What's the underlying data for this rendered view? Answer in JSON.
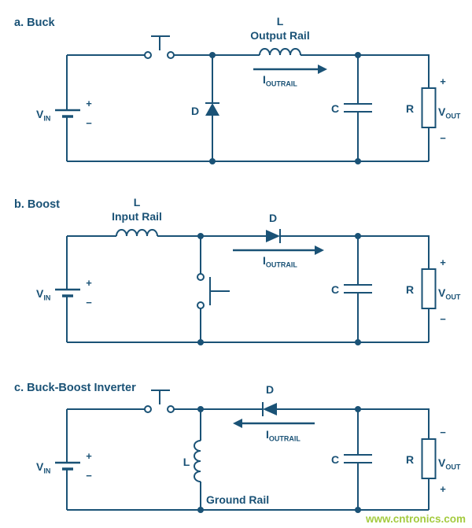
{
  "page": {
    "watermark": "www.cntronics.com"
  },
  "colors": {
    "line": "#1a5276",
    "watermark": "#a4cb3f",
    "background": "#ffffff"
  },
  "circuits": {
    "buck": {
      "title": "a. Buck",
      "inductor_label": "L",
      "rail_label": "Output Rail",
      "current_label": "I",
      "current_subscript": "OUTRAIL",
      "source_label": "V",
      "source_subscript": "IN",
      "source_plus": "+",
      "source_minus": "−",
      "diode_label": "D",
      "capacitor_label": "C",
      "resistor_label": "R",
      "output_label": "V",
      "output_subscript": "OUT",
      "output_top_sign": "+",
      "output_bottom_sign": "−"
    },
    "boost": {
      "title": "b. Boost",
      "inductor_label": "L",
      "rail_label": "Input Rail",
      "current_label": "I",
      "current_subscript": "OUTRAIL",
      "source_label": "V",
      "source_subscript": "IN",
      "source_plus": "+",
      "source_minus": "−",
      "diode_label": "D",
      "capacitor_label": "C",
      "resistor_label": "R",
      "output_label": "V",
      "output_subscript": "OUT",
      "output_top_sign": "+",
      "output_bottom_sign": "−"
    },
    "buck_boost": {
      "title": "c. Buck-Boost Inverter",
      "inductor_label": "L",
      "rail_label": "Ground Rail",
      "current_label": "I",
      "current_subscript": "OUTRAIL",
      "source_label": "V",
      "source_subscript": "IN",
      "source_plus": "+",
      "source_minus": "−",
      "diode_label": "D",
      "capacitor_label": "C",
      "resistor_label": "R",
      "output_label": "V",
      "output_subscript": "OUT",
      "output_top_sign": "−",
      "output_bottom_sign": "+"
    }
  }
}
